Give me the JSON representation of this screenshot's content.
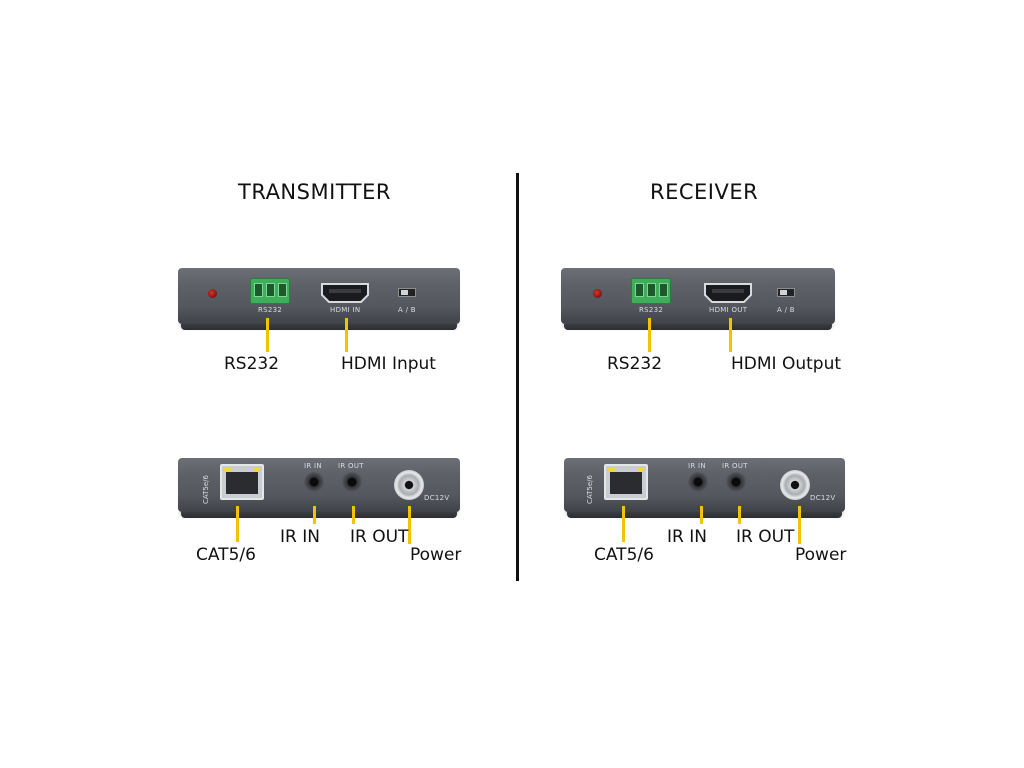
{
  "transmitter": {
    "title": "TRANSMITTER",
    "front": {
      "rs232_port_label": "RS232",
      "hdmi_port_label": "HDMI IN",
      "switch_label": "A / B"
    },
    "rear": {
      "cat_port_label": "CAT5e/6",
      "ir_in_port_label": "IR IN",
      "ir_out_port_label": "IR OUT",
      "dc_port_label": "DC12V"
    },
    "callouts": {
      "rs232": "RS232",
      "hdmi": "HDMI Input",
      "cat": "CAT5/6",
      "ir_in": "IR IN",
      "ir_out": "IR OUT",
      "power": "Power"
    }
  },
  "receiver": {
    "title": "RECEIVER",
    "front": {
      "rs232_port_label": "RS232",
      "hdmi_port_label": "HDMI OUT",
      "switch_label": "A / B"
    },
    "rear": {
      "cat_port_label": "CAT5e/6",
      "ir_in_port_label": "IR IN",
      "ir_out_port_label": "IR OUT",
      "dc_port_label": "DC12V"
    },
    "callouts": {
      "rs232": "RS232",
      "hdmi": "HDMI Output",
      "cat": "CAT5/6",
      "ir_in": "IR IN",
      "ir_out": "IR OUT",
      "power": "Power"
    }
  },
  "colors": {
    "leader_line": "#f2c400",
    "divider": "#111111",
    "housing": "#5e6167",
    "terminal_block": "#3fae5a"
  }
}
